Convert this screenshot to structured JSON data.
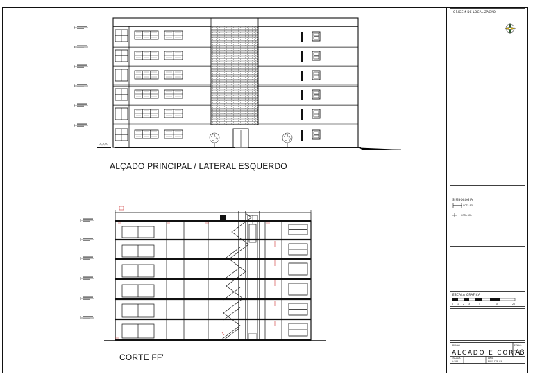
{
  "drawing": {
    "elevation_title": "ALÇADO PRINCIPAL / LATERAL ESQUERDO",
    "section_title": "CORTE FF'"
  },
  "title_block": {
    "location_header": "ORIGEM DE LOCALIZACAO",
    "legend_header": "SIMBOLOGIA",
    "legend_items": [
      "COTA SOL",
      "COTA SOL"
    ],
    "scale_header": "ESCALA GRAFICA",
    "scale_ticks": [
      "0",
      "1",
      "2",
      "3",
      "5",
      "10",
      "20"
    ],
    "plan_label": "PLANO",
    "plan_title": "ALCADO E CORTE",
    "sheet_label": "FOLHA",
    "sheet_value": "A3",
    "scale_label": "ESCALA",
    "scale_value": "1:100",
    "sub_label": "DATA",
    "sub_value": "2023 FEB 09"
  }
}
